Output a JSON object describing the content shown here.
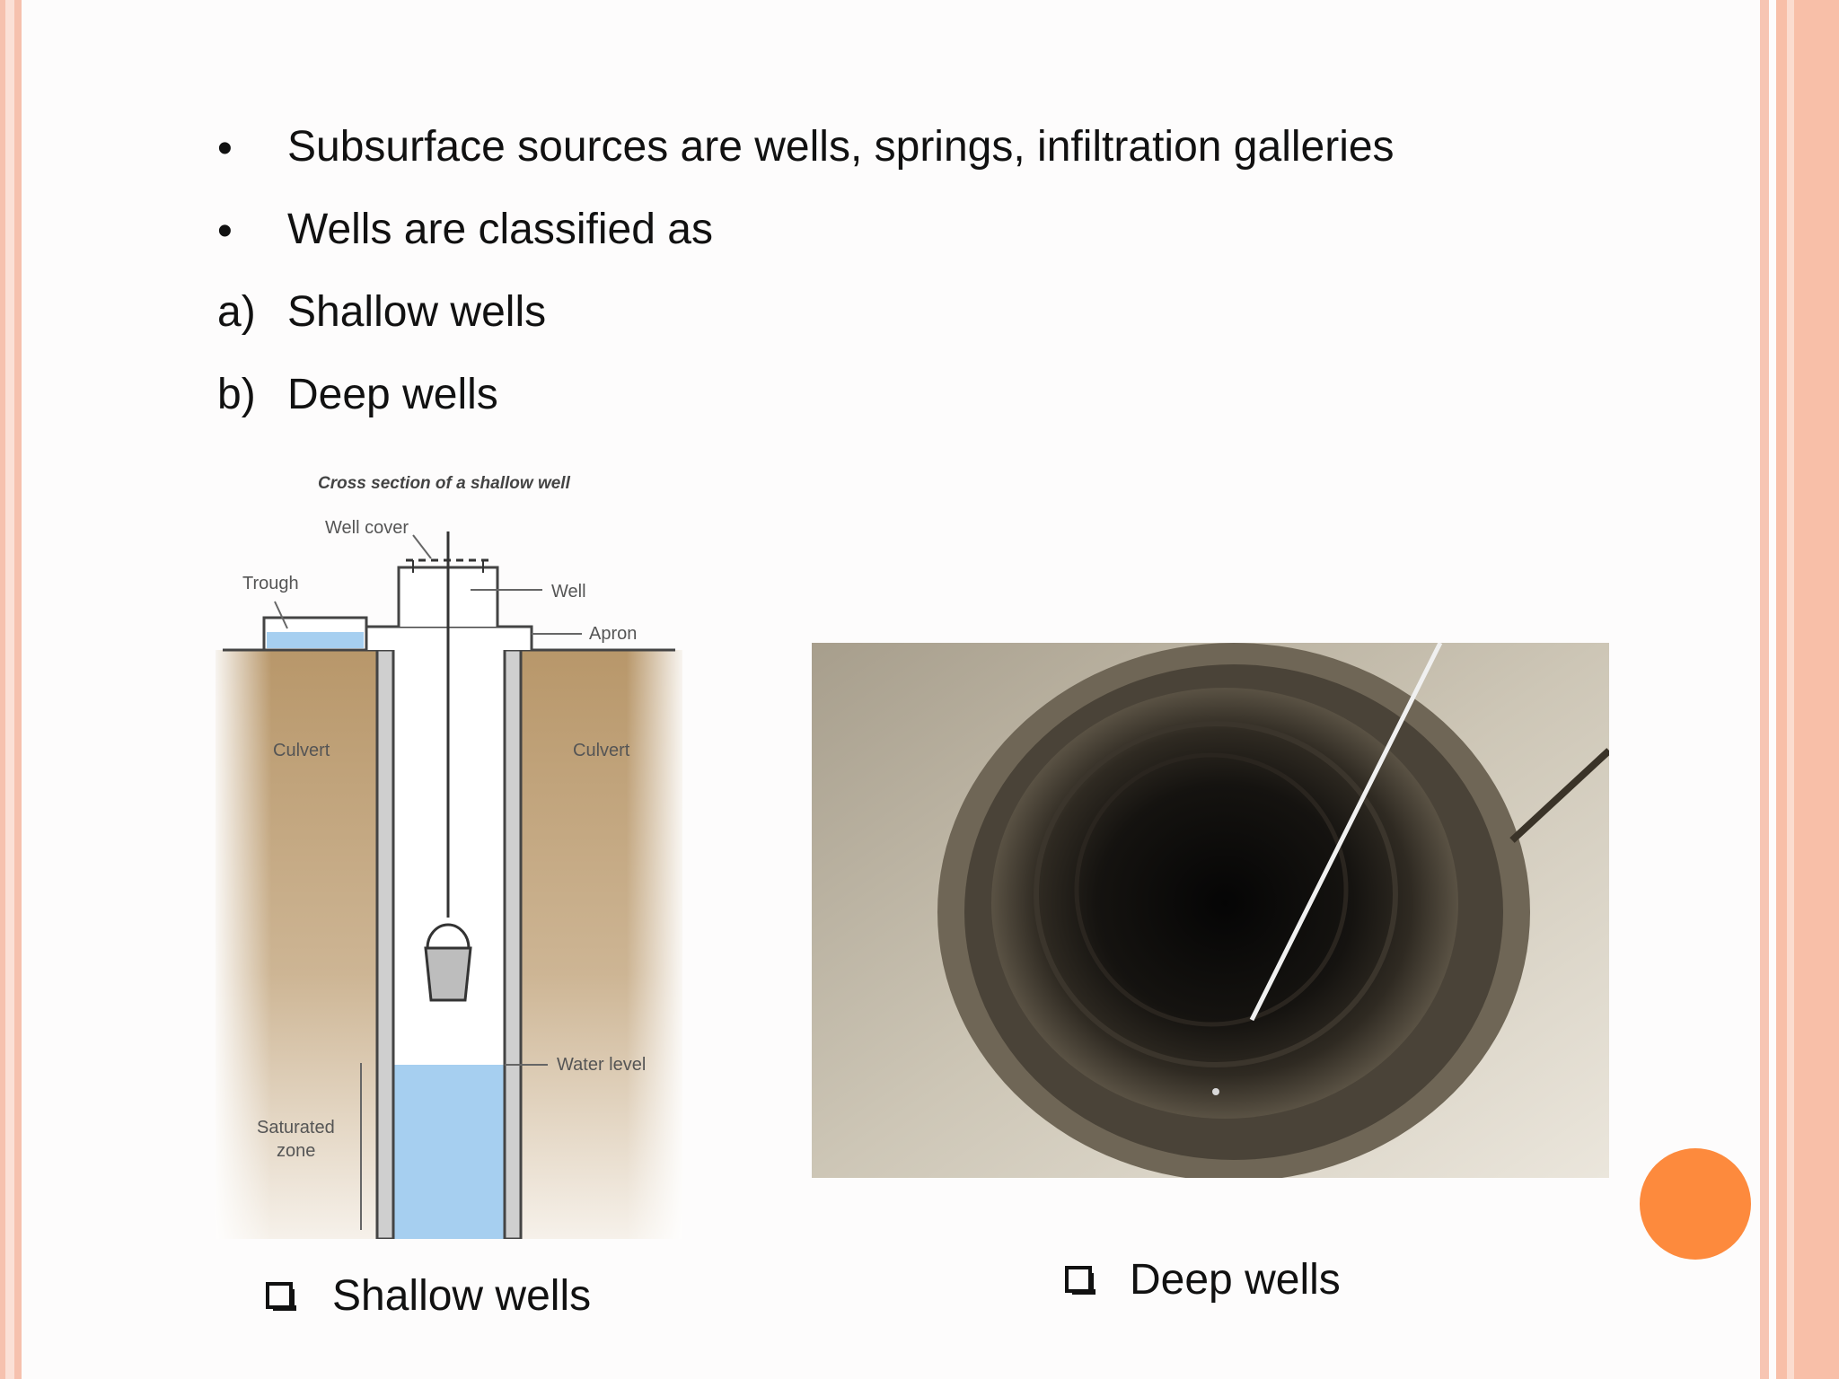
{
  "bullets": [
    {
      "marker": "•",
      "text": "Subsurface sources are wells, springs, infiltration galleries"
    },
    {
      "marker": "•",
      "text": "Wells are classified as"
    },
    {
      "marker": "a)",
      "text": "Shallow wells"
    },
    {
      "marker": "b)",
      "text": "Deep wells"
    }
  ],
  "diagram": {
    "title": "Cross section of a shallow well",
    "labels": {
      "well_cover": "Well cover",
      "trough": "Trough",
      "well": "Well",
      "apron": "Apron",
      "culvert_left": "Culvert",
      "culvert_right": "Culvert",
      "water_level": "Water level",
      "saturated_1": "Saturated",
      "saturated_2": "zone"
    }
  },
  "captions": {
    "left": "Shallow wells",
    "right": "Deep wells"
  },
  "colors": {
    "accent_dot": "#fd8a3d",
    "border": "#f6c1ae",
    "water": "#a6cff0",
    "soil": "#c3a47a"
  }
}
